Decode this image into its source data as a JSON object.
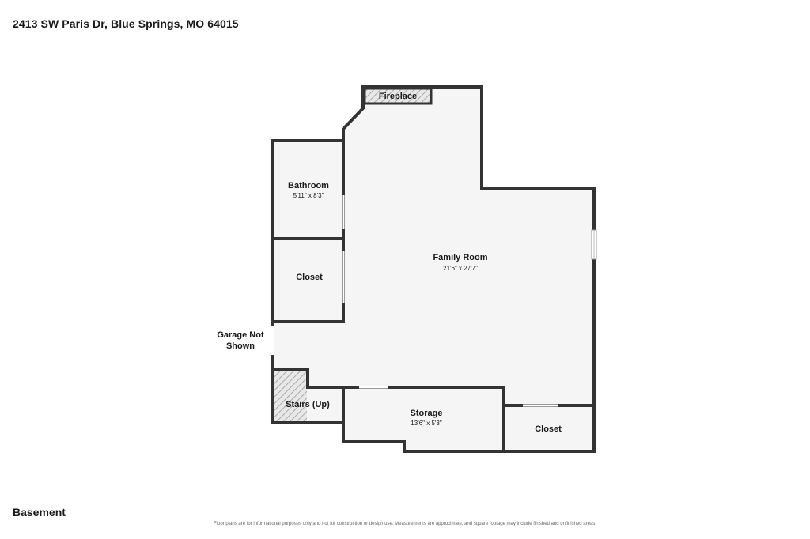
{
  "header": {
    "address": "2413 SW Paris Dr, Blue Springs, MO 64015"
  },
  "floor": {
    "label": "Basement"
  },
  "footer": {
    "disclaimer": "Floor plans are for informational purposes only and not for construction or design use. Measurements are approximate, and square footage may include finished and unfinished areas."
  },
  "rooms": {
    "fireplace": {
      "name": "Fireplace"
    },
    "bathroom": {
      "name": "Bathroom",
      "dims": "5'11\" x 8'3\""
    },
    "closet_left": {
      "name": "Closet"
    },
    "family_room": {
      "name": "Family Room",
      "dims": "21'6\" x 27'7\""
    },
    "garage": {
      "name_line1": "Garage Not",
      "name_line2": "Shown"
    },
    "stairs": {
      "name": "Stairs (Up)"
    },
    "storage": {
      "name": "Storage",
      "dims": "13'6\" x 5'3\""
    },
    "closet_right": {
      "name": "Closet"
    }
  },
  "colors": {
    "wall": "#333333",
    "floor": "#f5f5f5",
    "opening": "#ffffff"
  }
}
